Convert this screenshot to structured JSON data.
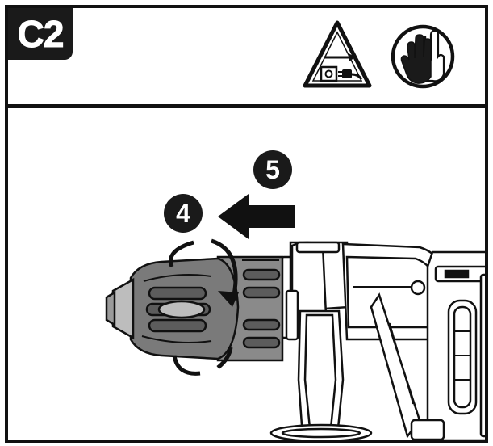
{
  "header": {
    "step_label": "C2",
    "icons": [
      "unplug-warning-icon",
      "wear-gloves-icon"
    ]
  },
  "steps": [
    {
      "number": "4",
      "action": "rotate-chuck"
    },
    {
      "number": "5",
      "action": "pull-chuck-off"
    }
  ],
  "colors": {
    "ink": "#111111",
    "chuck_dark": "#5c5c5c",
    "chuck_mid": "#8a8a8a",
    "chuck_light": "#bdbdbd",
    "paper": "#ffffff"
  }
}
